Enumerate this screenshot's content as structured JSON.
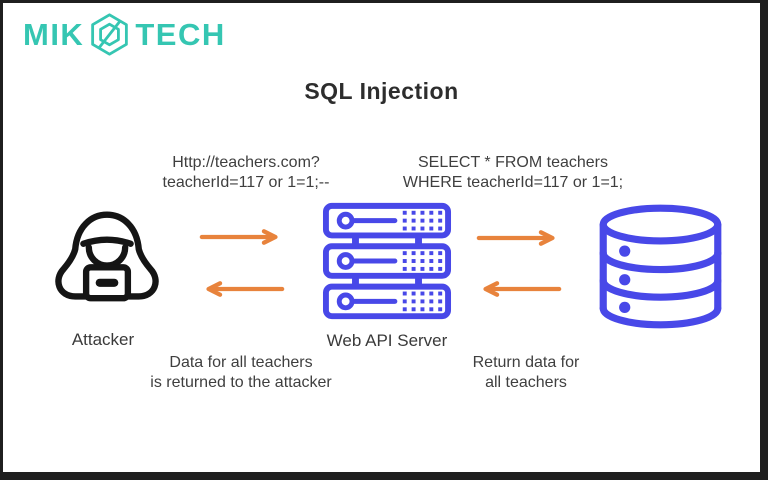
{
  "brand": {
    "name_left": "MIK",
    "name_right": "TECH",
    "icon": "hexagon-slash-icon",
    "color": "#35c6b2"
  },
  "title": "SQL Injection",
  "diagram": {
    "attacker": {
      "label": "Attacker",
      "icon": "hooded-attacker-icon"
    },
    "server": {
      "label": "Web API Server",
      "icon": "server-stack-icon"
    },
    "database": {
      "icon": "database-cylinder-icon"
    },
    "request": {
      "line1": "Http://teachers.com?",
      "line2": "teacherId=117 or 1=1;--"
    },
    "query": {
      "line1": "SELECT * FROM teachers",
      "line2": "WHERE teacherId=117 or 1=1;"
    },
    "response_to_attacker": {
      "line1": "Data for all teachers",
      "line2": "is returned to the attacker"
    },
    "response_from_db": {
      "line1": "Return data for",
      "line2": "all teachers"
    }
  },
  "colors": {
    "brand_teal": "#35c6b2",
    "node_blue": "#4848e8",
    "arrow_orange": "#e8833c",
    "text_dark": "#3f3f3f",
    "attacker_black": "#151515"
  }
}
